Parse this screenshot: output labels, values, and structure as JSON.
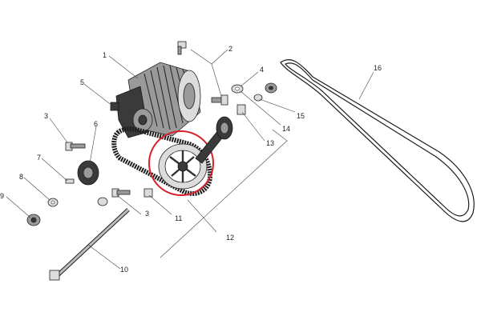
{
  "diagram": {
    "callouts": [
      {
        "id": "1",
        "text": "1"
      },
      {
        "id": "2",
        "text": "2"
      },
      {
        "id": "3a",
        "text": "3"
      },
      {
        "id": "3b",
        "text": "3"
      },
      {
        "id": "4",
        "text": "4"
      },
      {
        "id": "5",
        "text": "5"
      },
      {
        "id": "6",
        "text": "6"
      },
      {
        "id": "7",
        "text": "7"
      },
      {
        "id": "8",
        "text": "8"
      },
      {
        "id": "9",
        "text": "9"
      },
      {
        "id": "10",
        "text": "10"
      },
      {
        "id": "11",
        "text": "11"
      },
      {
        "id": "12",
        "text": "12"
      },
      {
        "id": "13",
        "text": "13"
      },
      {
        "id": "14",
        "text": "14"
      },
      {
        "id": "15",
        "text": "15"
      },
      {
        "id": "16",
        "text": "16"
      }
    ],
    "highlight_color": "#d6202a",
    "line_color": "#444444"
  }
}
